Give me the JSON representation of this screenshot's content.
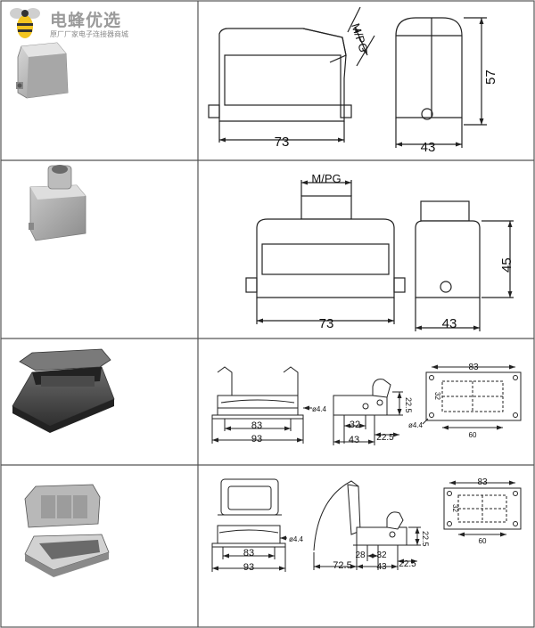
{
  "brand": {
    "name_cn": "电蜂优选",
    "subtitle_cn": "原厂厂家电子连接器商城"
  },
  "rows": [
    {
      "product": "top-entry-hood",
      "dims": {
        "length": "73",
        "depth": "43",
        "height": "57",
        "cable_entry": "M/PG"
      }
    },
    {
      "product": "top-entry-hood-center",
      "dims": {
        "length": "73",
        "depth": "43",
        "height": "45",
        "cable_entry": "M/PG"
      }
    },
    {
      "product": "surface-mount-housing",
      "dims": {
        "len_inner": "83",
        "len_outer": "93",
        "hole": "ø4.4",
        "w1": "32",
        "w2": "43",
        "h1": "22.5",
        "h2": "22.5",
        "plate_len": "83",
        "plate_w": "32",
        "pitch": "60"
      }
    },
    {
      "product": "surface-mount-housing-cover",
      "dims": {
        "len_inner": "83",
        "len_outer": "93",
        "hole": "ø4.4",
        "cover": "72.5",
        "w1": "28",
        "w2": "32",
        "w3": "43",
        "h1": "22.5",
        "h2": "22.5",
        "plate_len": "83",
        "plate_w": "32",
        "pitch": "60"
      }
    }
  ]
}
